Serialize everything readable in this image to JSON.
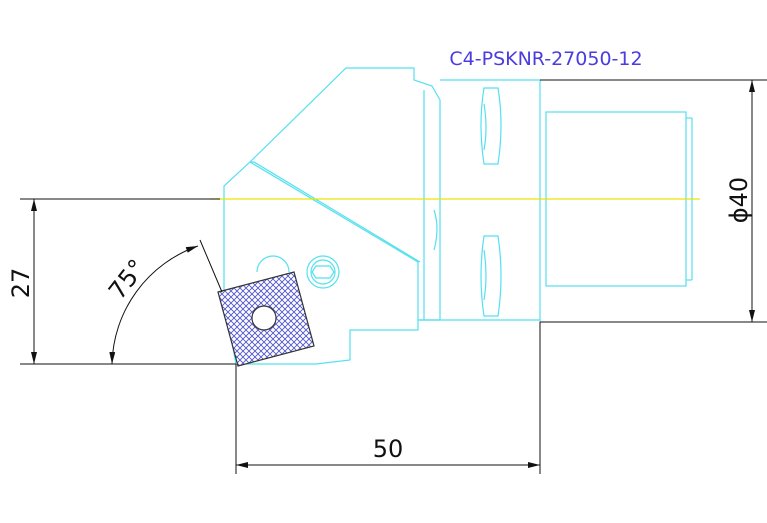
{
  "drawing": {
    "title": "C4-PSKNR-27050-12",
    "dimensions": {
      "height_27": "27",
      "length_50": "50",
      "diameter_40": "ϕ40",
      "angle_75": "75°"
    }
  },
  "colors": {
    "tool_outline": "#55e0f0",
    "centerline": "#e6e600",
    "dimension": "#111111",
    "title": "#4a3ce0",
    "insert_hatch": "#4f55c8"
  }
}
